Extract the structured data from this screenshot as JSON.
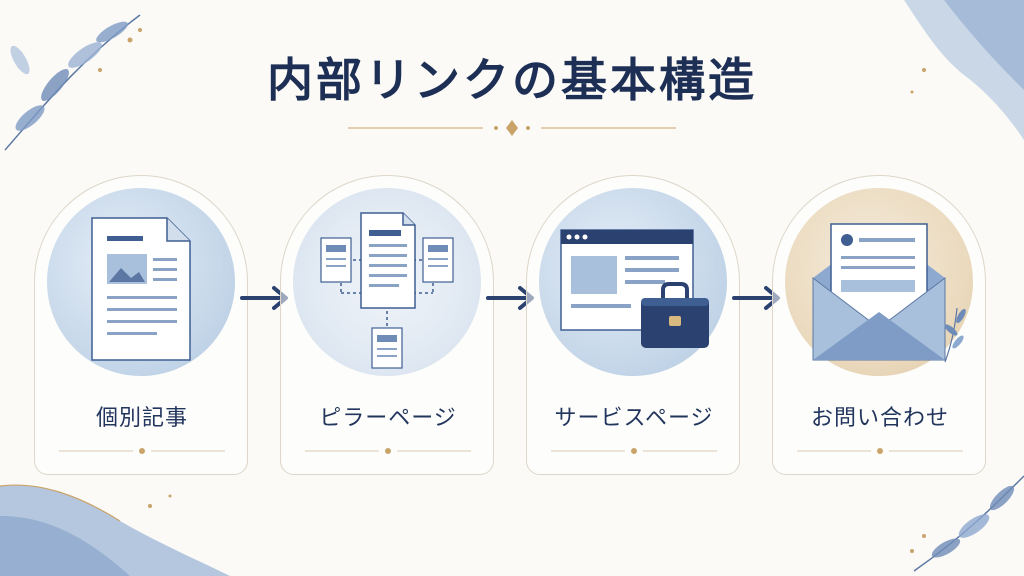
{
  "title": "内部リンクの基本構造",
  "steps": [
    {
      "label": "個別記事",
      "icon": "article-document-icon"
    },
    {
      "label": "ピラーページ",
      "icon": "pillar-page-hierarchy-icon"
    },
    {
      "label": "サービスページ",
      "icon": "service-browser-briefcase-icon"
    },
    {
      "label": "お問い合わせ",
      "icon": "contact-envelope-icon"
    }
  ],
  "colors": {
    "navy": "#1e2f55",
    "accent_blue": "#3f5f93",
    "wash_blue": "#a9c0dc",
    "gold": "#c9a46a",
    "sand": "#ead9bd",
    "background": "#fbfaf7"
  }
}
